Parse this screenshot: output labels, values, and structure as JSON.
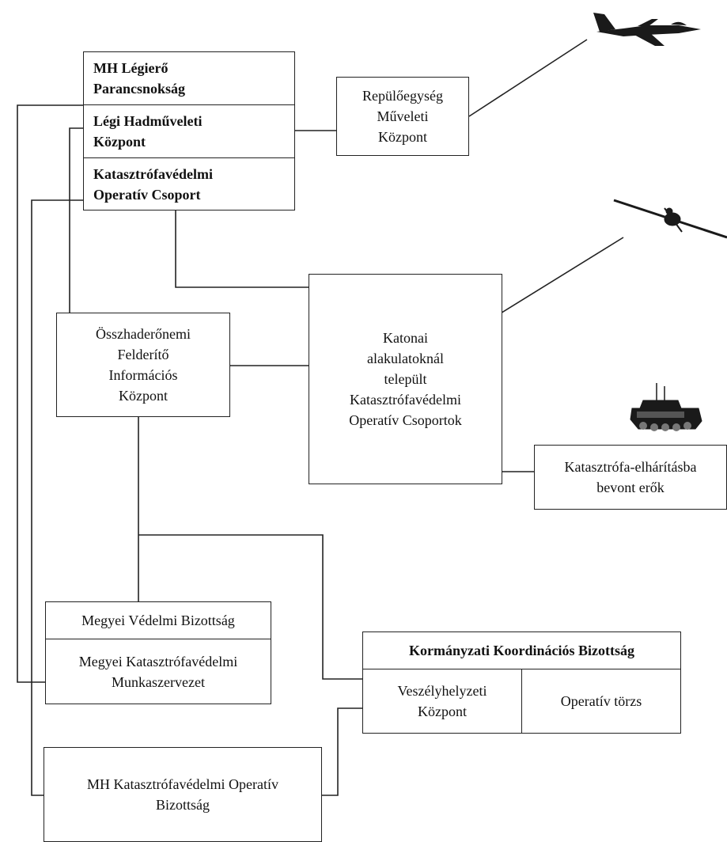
{
  "nodes": {
    "mh_legiero": "MH Légierő\nParancsnokság",
    "legi_hadmuveleti": "Légi Hadműveleti\nKözpont",
    "katasztrofavedelmi_op_csoport": "Katasztrófavédelmi\nOperatív Csoport",
    "repuloegyseg": "Repülőegység\nMűveleti\nKözpont",
    "osszhaderonemi": "Összhaderőnemi\nFelderítő\nInformációs\nKözpont",
    "katonai_alakulatok": "Katonai\nalakulatoknál\ntelepült\nKatasztrófavédelmi\nOperatív Csoportok",
    "katasztrofa_elharitas": "Katasztrófa-elhárításba\nbevont erők",
    "megyei_vedelmi": "Megyei Védelmi Bizottság",
    "megyei_katasztrofavedelmi": "Megyei Katasztrófavédelmi\nMunkaszervezet",
    "kormanyzati": "Kormányzati Koordinációs Bizottság",
    "veszelyhelyzeti": "Veszélyhelyzeti\nKözpont",
    "operativ_torzs": "Operatív törzs",
    "mh_katasztrofavedelmi_bizottsag": "MH Katasztrófavédelmi Operatív\nBizottság"
  },
  "icons": {
    "jet": "fighter-jet-icon",
    "drone": "drone-icon",
    "tank": "armored-vehicle-icon"
  },
  "colors": {
    "line": "#222222",
    "background": "#ffffff"
  }
}
